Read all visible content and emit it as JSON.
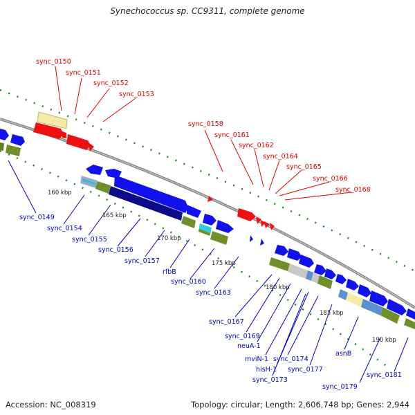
{
  "title": "Synechococcus sp. CC9311, complete genome",
  "footer": {
    "accession": "Accession: NC_008319",
    "summary": "Topology: circular; Length: 2,606,748 bp; Genes: 2,944"
  },
  "colors": {
    "forward_gene_label": "#dd0000",
    "reverse_gene_label": "#0000cc",
    "backbone": "#888888",
    "tick": "#1a8a1a",
    "tick_label": "#222222"
  },
  "scale_ticks": [
    "160 kbp",
    "165 kbp",
    "170 kbp",
    "175 kbp",
    "180 kbp",
    "185 kbp",
    "190 kbp"
  ],
  "red_labels": [
    "sync_0150",
    "sync_0151",
    "sync_0152",
    "sync_0153",
    "sync_0158",
    "sync_0161",
    "sync_0162",
    "sync_0164",
    "sync_0165",
    "sync_0166",
    "sync_0168"
  ],
  "blue_labels": [
    "sync_0149",
    "sync_0154",
    "sync_0155",
    "sync_0156",
    "sync_0157",
    "rfbB",
    "sync_0160",
    "sync_0163",
    "sync_0167",
    "sync_0169",
    "neuA-1",
    "mviN-1",
    "sync_0174",
    "hisH-1",
    "sync_0173",
    "sync_0177",
    "asnB",
    "sync_0179",
    "sync_0181"
  ]
}
